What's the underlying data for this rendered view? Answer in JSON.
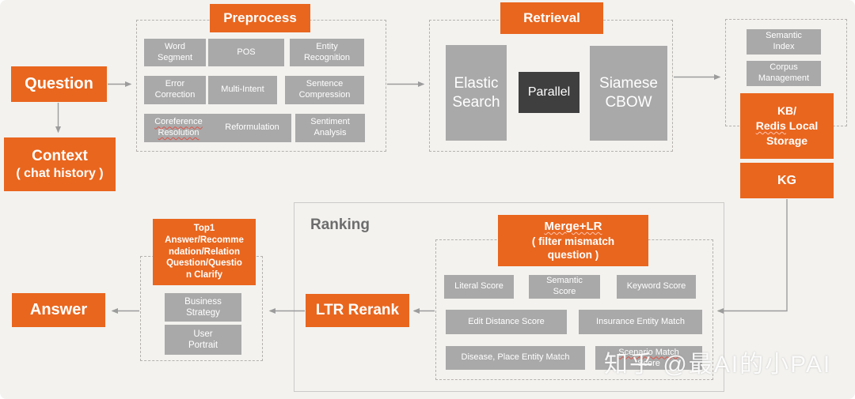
{
  "colors": {
    "accent_orange": "#e9661e",
    "box_gray": "#a9a9a9",
    "box_dark": "#3f3f3f",
    "background": "#f3f2ef",
    "arrow_gray": "#9c9c9c",
    "spellcheck_red": "#e05247"
  },
  "inputs": {
    "question": "Question",
    "context_title": "Context",
    "context_subtitle": "( chat history )"
  },
  "preprocess": {
    "title": "Preprocess",
    "items": [
      "Word Segment",
      "POS",
      "Entity Recognition",
      "Error Correction",
      "Multi-Intent",
      "Sentence Compression",
      "Coreference Resolution",
      "Reformulation",
      "Sentiment Analysis"
    ]
  },
  "retrieval": {
    "title": "Retrieval",
    "left_engine": "Elastic Search",
    "center_badge": "Parallel",
    "right_engine": "Siamese CBOW"
  },
  "storage": {
    "semantic_index": "Semantic Index",
    "corpus_management": "Corpus Management",
    "kb_line1": "KB/",
    "kb_redis": "Redis",
    "kb_local": " Local",
    "kb_line3": "Storage",
    "kg": "KG"
  },
  "ranking": {
    "title": "Ranking",
    "merge_title": "Merge+LR",
    "merge_subtitle": "( filter mismatch question )",
    "scores": [
      "Literal Score",
      "Semantic Score",
      "Keyword Score",
      "Edit Distance Score",
      "Insurance Entity Match",
      "Disease, Place Entity Match"
    ],
    "scenario_line1": "Scenario Match",
    "scenario_line2": "Score",
    "ltr": "LTR Rerank"
  },
  "output": {
    "top1_lines": [
      "Top1",
      "Answer/Recomme",
      "ndation/Relation",
      "Question/Questio",
      "n Clarify"
    ],
    "business_strategy": "Business Strategy",
    "user_portrait": "User Portrait",
    "answer": "Answer"
  },
  "watermark": "知乎 @最AI的小PAI"
}
